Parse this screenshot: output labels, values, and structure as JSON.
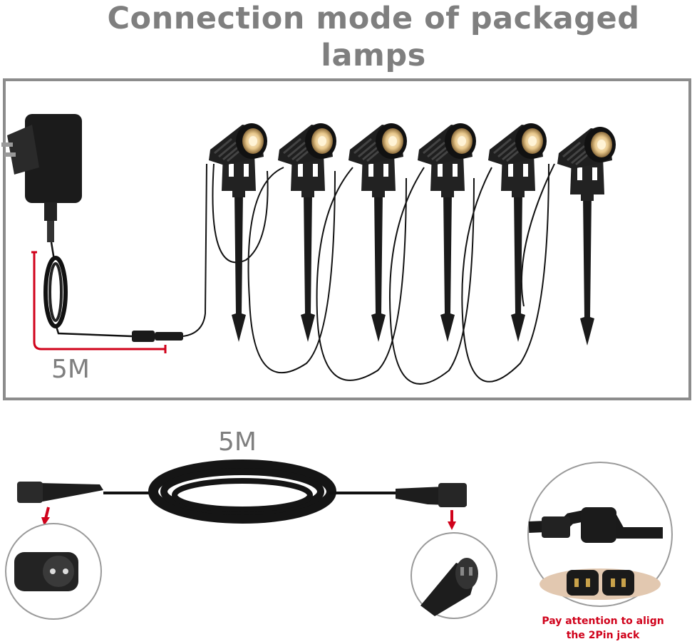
{
  "title": "Connection mode of packaged lamps",
  "top_cable_length": "5M",
  "extension_cable_length": "5M",
  "lamp_count": 6,
  "note_line1": "Pay attention to align",
  "note_line2": "the 2Pin jack",
  "colors": {
    "title_text": "#7f7f7f",
    "frame_border": "#8c8c8c",
    "measure_line": "#d0021b",
    "note_text": "#d0021b",
    "lamp_body": "#1c1c1c",
    "lamp_glow": "#e9c98d"
  },
  "icons": [
    "power-adapter-icon",
    "spotlight-icon",
    "connector-male-icon",
    "connector-female-icon",
    "arrow-down-icon"
  ]
}
